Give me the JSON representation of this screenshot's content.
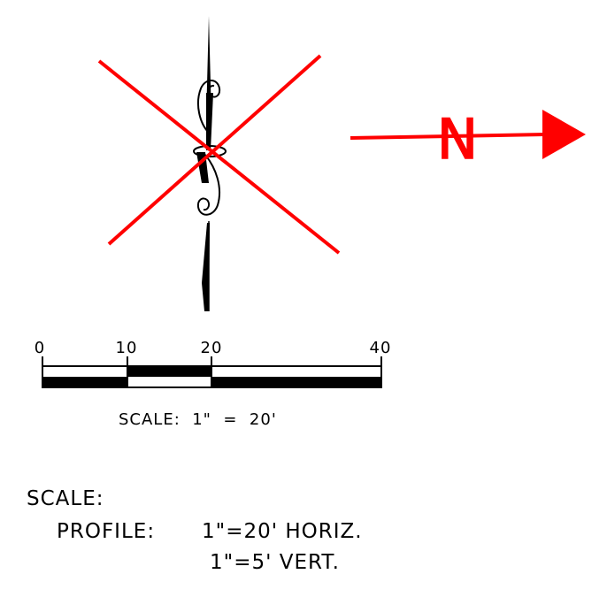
{
  "north_arrow": {
    "letter": "N",
    "color": "#ff0000",
    "struck_through_symbol": "ornamental-north-arrow-icon"
  },
  "bar_scale": {
    "ticks": [
      {
        "value": 0,
        "label": "0"
      },
      {
        "value": 10,
        "label": "10"
      },
      {
        "value": 20,
        "label": "20"
      },
      {
        "value": 40,
        "label": "40"
      }
    ],
    "caption": "SCALE:  1\"  =  20'"
  },
  "profile_scale": {
    "heading": "SCALE:",
    "label": "PROFILE:",
    "horizontal": "1\"=20' HORIZ.",
    "vertical": "1\"=5' VERT."
  }
}
